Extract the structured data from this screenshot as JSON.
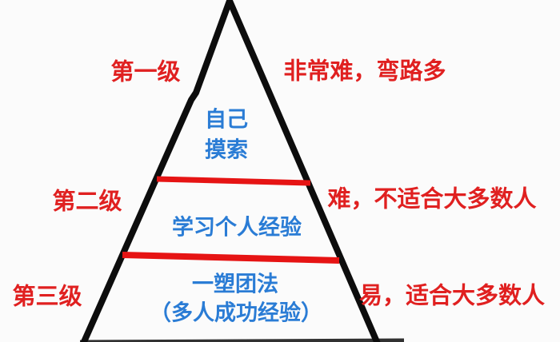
{
  "colors": {
    "label-red": "#e02020",
    "divider-red": "#e61414",
    "outline-black": "#0d0d0d",
    "content-blue": "#2a7cd5",
    "background": "#fbfbfb"
  },
  "pyramid": {
    "type": "diagram",
    "levels": [
      {
        "level_label": "第一级",
        "difficulty_label": "非常难，弯路多",
        "content_line1": "自己",
        "content_line2": "摸索"
      },
      {
        "level_label": "第二级",
        "difficulty_label": "难，不适合大多数人",
        "content_line1": "学习个人经验",
        "content_line2": ""
      },
      {
        "level_label": "第三级",
        "difficulty_label": "易，适合大多数人",
        "content_line1": "一塑团法",
        "content_line2": "（多人成功经验）"
      }
    ]
  }
}
